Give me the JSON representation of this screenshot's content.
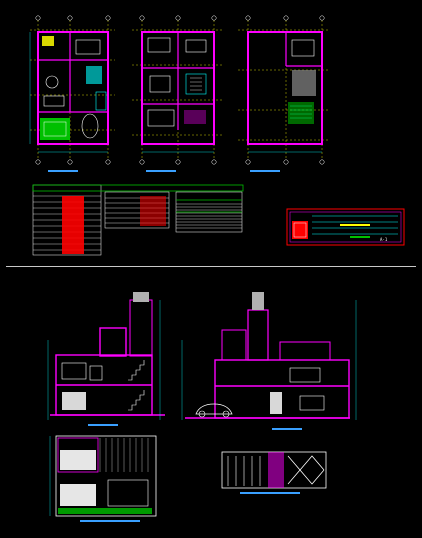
{
  "drawing": {
    "sheet_code": "A-1",
    "colors": {
      "background": "#000000",
      "wall": "#ff00ff",
      "grid": "#ffff00",
      "dimension": "#00ffff",
      "furniture": "#ffffff",
      "green": "#00c000",
      "red": "#ff0000",
      "blue": "#3aa0ff"
    },
    "plans": [
      {
        "name": "plan-ground-floor"
      },
      {
        "name": "plan-upper-floor"
      },
      {
        "name": "plan-roof"
      }
    ],
    "schedules": [
      {
        "name": "schedule-left",
        "rows": 10
      },
      {
        "name": "schedule-middle",
        "rows": 6
      },
      {
        "name": "schedule-right",
        "rows": 3
      }
    ],
    "sections": [
      {
        "name": "section-left"
      },
      {
        "name": "section-right"
      }
    ],
    "elevations": [
      {
        "name": "elevation-front"
      },
      {
        "name": "elevation-side"
      }
    ]
  }
}
